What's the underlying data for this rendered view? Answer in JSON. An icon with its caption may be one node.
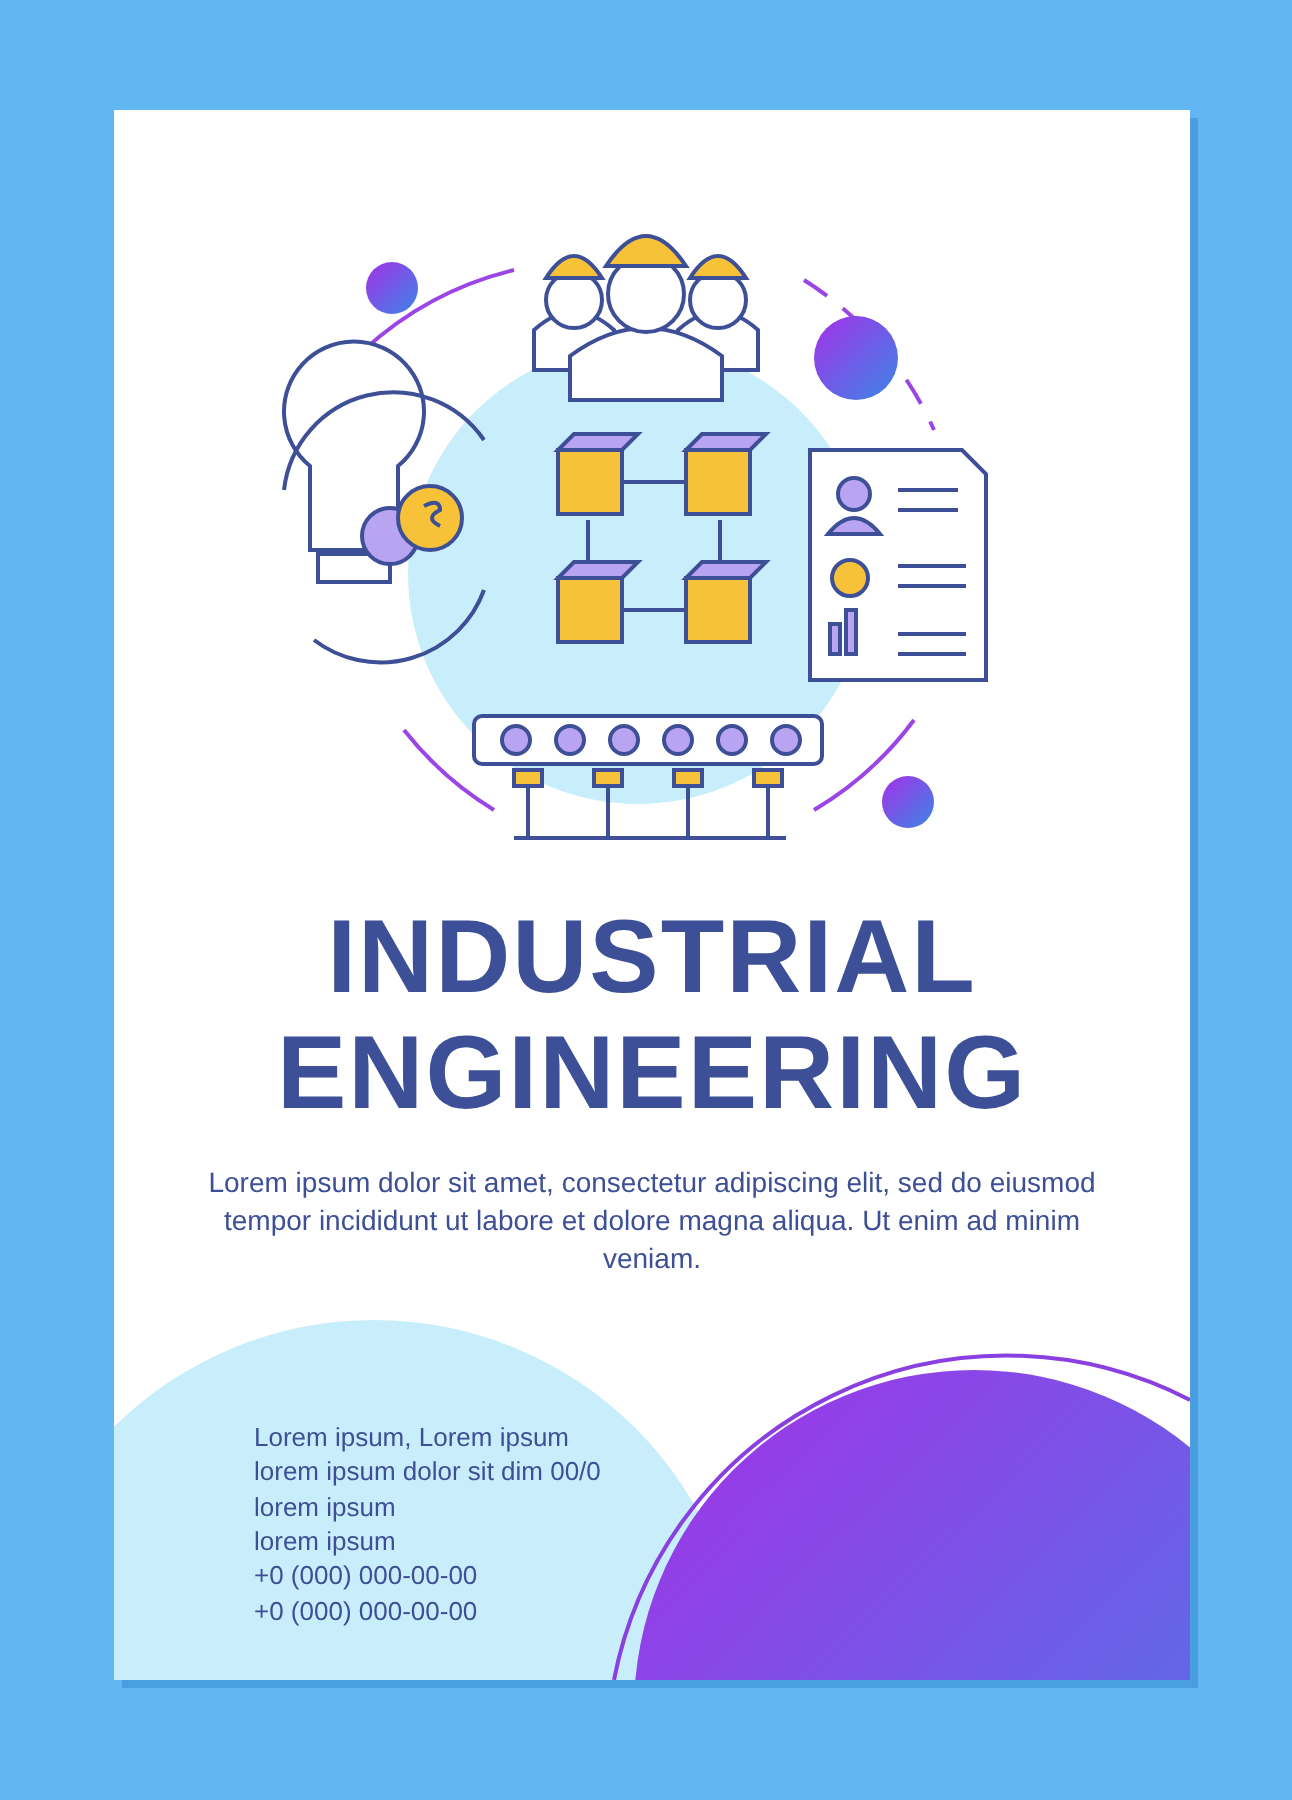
{
  "diagram": {
    "title": "INDUSTRIAL ENGINEERING",
    "labels": [
      "Lorem ipsum dolor sit amet, consectetur adipiscing elit, sed do eiusmod tempor incididunt ut labore et dolore magna aliqua. Ut enim ad minim veniam.",
      "Lorem ipsum, Lorem ipsum",
      "lorem ipsum dolor sit dim 00/0",
      "lorem ipsum",
      "lorem ipsum",
      "+0 (000) 000-00-00",
      "+0 (000) 000-00-00"
    ]
  }
}
